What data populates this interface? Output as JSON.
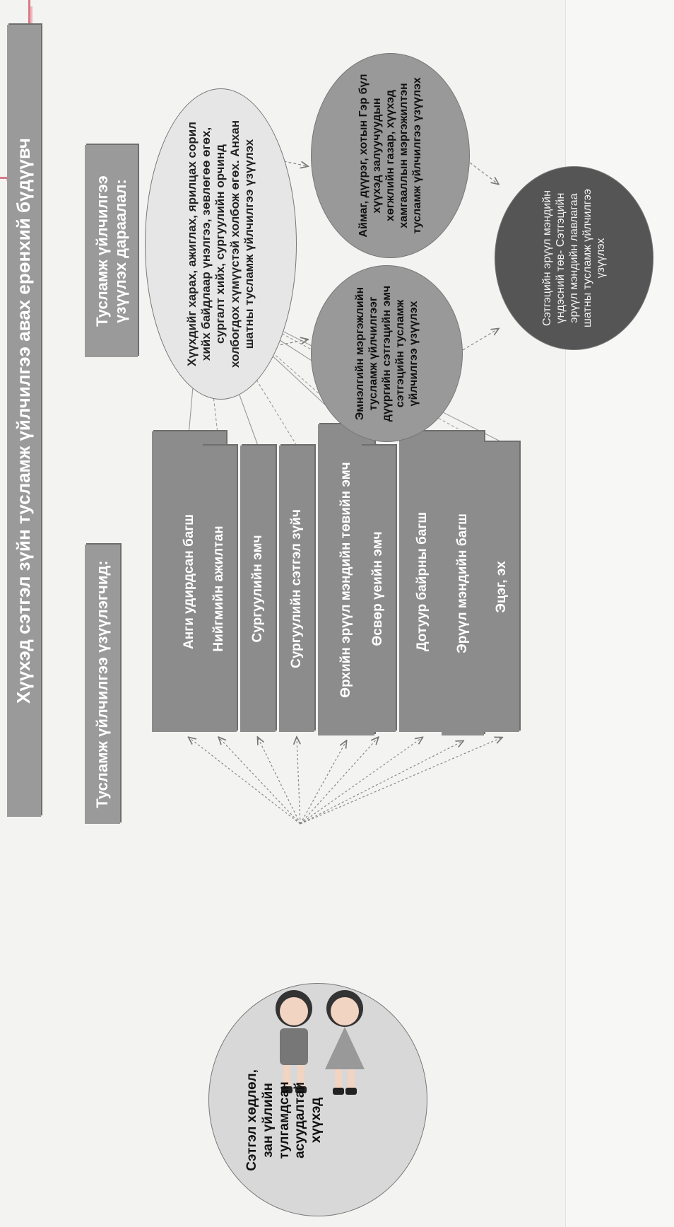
{
  "title": "Хүүхэд сэтгэл зүйн тусламж үйлчилгээ авах ерөнхий бүдүүвч",
  "providers_heading": "Тусламж үйлчилгээ үзүүлэгчид:",
  "sequence_heading": "Тусламж үйлчилгээ үзүүлэх дараалал:",
  "child_label": "Сэтгэл хөдлөл, зан үйлийн тулгамдсан асуудалтай хүүхэд",
  "providers": [
    "Анги удирдсан багш",
    "Нийгмийн ажилтан",
    "Сургуулийн эмч",
    "Сургуулийн сэтгэл зүйч",
    "Өрхийн эрүүл мэндийн төвийн эмч",
    "Өсвөр үеийн эмч",
    "Дотуур байрны багш",
    "Эрүүл мэндийн багш",
    "Эцэг, эх"
  ],
  "first_level": "Хүүхдийг харах, ажиглах, ярилцах сорил хийх байдлаар үнэлгээ, зөвлөгөө өгөх, сургалт хийх, сургуулийн орчинд холбогдох хүмүүстэй холбож өгөх. Анхан шатны тусламж үйлчилгээ үзүүлэх",
  "medical_level": "Эмнэлгийн мэргэжлийн тусламж үйлчилгээг дүүргийн сэтгэцийн эмч сэтгэцийн тусламж үйлчилгээ үзүүлэх",
  "agency_level": "Аймаг, дүүрэг, хотын Гэр бүл хүүхэд залуучуудын хөгжлийн газар, хүүхэд хамгааллын мэргэжилтэн тусламж үйлчилгээ үзүүлэх",
  "national_level": "Сэтгэцийн эрүүл мэндийн үндэсний төв- Сэтгэцийн эрүүл мэндийн лавлагаа шатны тусламж үйлчилгээ үзүүлэх",
  "colors": {
    "box_fill": "#8c8c8c",
    "heading_fill": "#9a9a9a",
    "light_ellipse": "#e6e6e6",
    "mid_ellipse": "#999999",
    "dark_ellipse": "#555555",
    "child_circle": "#d8d8d8",
    "line": "#888888"
  }
}
